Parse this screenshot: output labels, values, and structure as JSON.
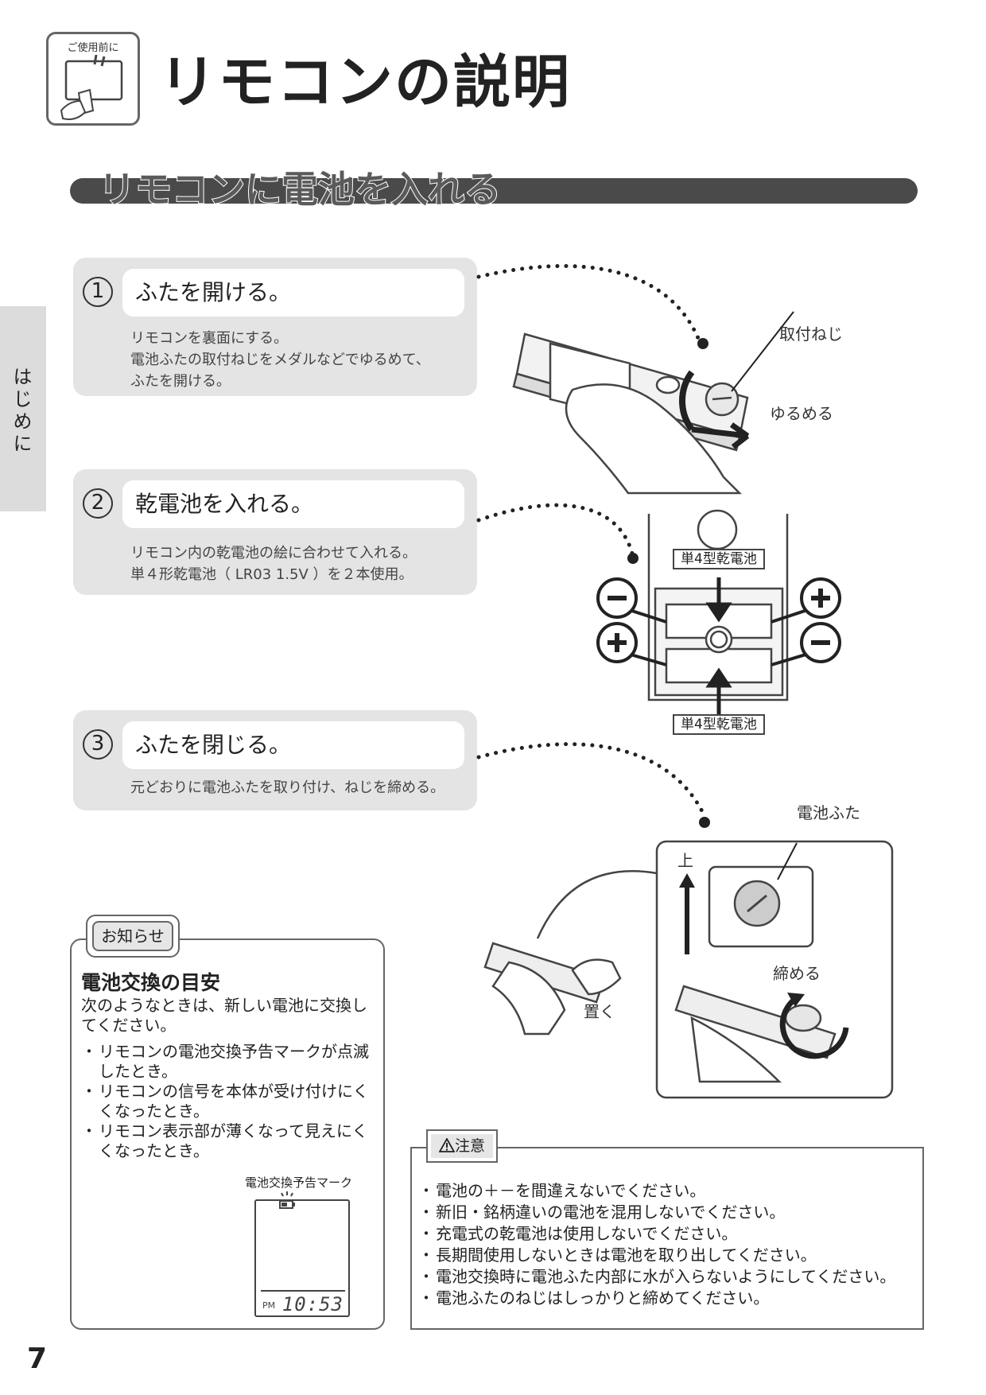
{
  "header": {
    "icon_label": "ご使用前に",
    "title": "リモコンの説明"
  },
  "section": {
    "title": "リモコンに電池を入れる"
  },
  "side_tab": {
    "label": "はじめに"
  },
  "steps": [
    {
      "number": "1",
      "heading": "ふたを開ける。",
      "lines": [
        "リモコンを裏面にする。",
        "電池ふたの取付ねじをメダルなどでゆるめて、",
        "ふたを開ける。"
      ]
    },
    {
      "number": "2",
      "heading": "乾電池を入れる。",
      "lines": [
        "リモコン内の乾電池の絵に合わせて入れる。",
        "単４形乾電池（ LR03 1.5V ）を２本使用。"
      ]
    },
    {
      "number": "3",
      "heading": "ふたを閉じる。",
      "lines": [
        "元どおりに電池ふたを取り付け、ねじを締める。"
      ]
    }
  ],
  "illustrations": {
    "screw_label": "取付ねじ",
    "loosen_label": "ゆるめる",
    "battery_label_top": "単4型乾電池",
    "battery_label_bottom": "単4型乾電池",
    "cover_label": "電池ふた",
    "up_label": "上",
    "tighten_label": "締める",
    "place_label": "置く"
  },
  "notice": {
    "tab_label": "お知らせ",
    "title": "電池交換の目安",
    "intro": "次のようなときは、新しい電池に交換してください。",
    "items": [
      "リモコンの電池交換予告マークが点滅したとき。",
      "リモコンの信号を本体が受け付けにくくなったとき。",
      "リモコン表示部が薄くなって見えにくくなったとき。"
    ],
    "lcd_caption": "電池交換予告マーク",
    "lcd_pm": "PM",
    "lcd_time": "10:53"
  },
  "caution": {
    "tab_label": "注意",
    "items": [
      "電池の＋－を間違えないでください。",
      "新旧・銘柄違いの電池を混用しないでください。",
      "充電式の乾電池は使用しないでください。",
      "長期間使用しないときは電池を取り出してください。",
      "電池交換時に電池ふた内部に水が入らないようにしてください。",
      "電池ふたのねじはしっかりと締めてください。"
    ]
  },
  "page_number": "7"
}
